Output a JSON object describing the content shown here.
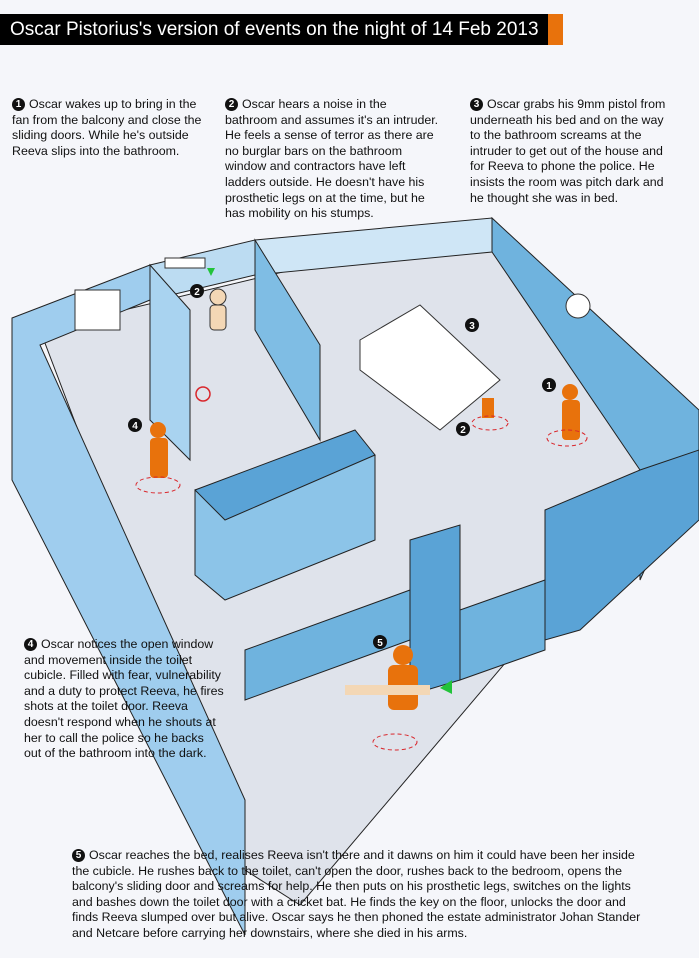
{
  "title": "Oscar Pistorius's version of events on the night of 14 Feb 2013",
  "colors": {
    "accent": "#e8720c",
    "wall": "#6fb3de",
    "floor": "#dde2ea",
    "figure": "#e8720c",
    "marker": "#d9262b"
  },
  "notes": [
    {
      "num": "1",
      "text": "Oscar wakes up to bring in the fan from the balcony and close the sliding doors. While he's outside Reeva slips into the bathroom."
    },
    {
      "num": "2",
      "text": "Oscar hears a noise in the bathroom and assumes it's an intruder. He feels a sense of terror as there are no burglar bars on the bathroom window and contractors have left ladders outside. He doesn't have his prosthetic legs on at the time, but he has mobility on his stumps."
    },
    {
      "num": "3",
      "text": "Oscar grabs his 9mm pistol from underneath his bed and on the way to the bathroom screams at the intruder to get out of the house and for Reeva to phone the police. He insists the room was pitch dark and he thought she was in bed."
    },
    {
      "num": "4",
      "text": "Oscar notices the open window and movement inside the toilet cubicle. Filled with fear, vulnerability and a duty to protect Reeva, he fires shots at the toilet door. Reeva doesn't respond when he shouts at her to call the police so he backs out of the bathroom into the dark."
    },
    {
      "num": "5",
      "text": "Oscar reaches the bed, realises Reeva isn't there and it dawns on him it could have been her inside the cubicle. He rushes back to the toilet, can't open the door, rushes back to the bedroom, opens the balcony's sliding door and screams for help. He then puts on his prosthetic legs, switches on the lights and bashes down the toilet door with a cricket bat. He finds the key on the floor, unlocks the door and finds Reeva slumped over but alive. Oscar says he then phoned the estate administrator Johan Stander and Netcare before carrying her downstairs, where she died in his arms."
    }
  ],
  "markers": [
    {
      "label": "2",
      "name": "reeva-toilet"
    },
    {
      "label": "3",
      "name": "pistol-under-bed"
    },
    {
      "label": "1",
      "name": "oscar-balcony"
    },
    {
      "label": "4",
      "name": "oscar-fires"
    },
    {
      "label": "2",
      "name": "oscar-prosthetics"
    },
    {
      "label": "5",
      "name": "oscar-carries-reeva"
    }
  ]
}
